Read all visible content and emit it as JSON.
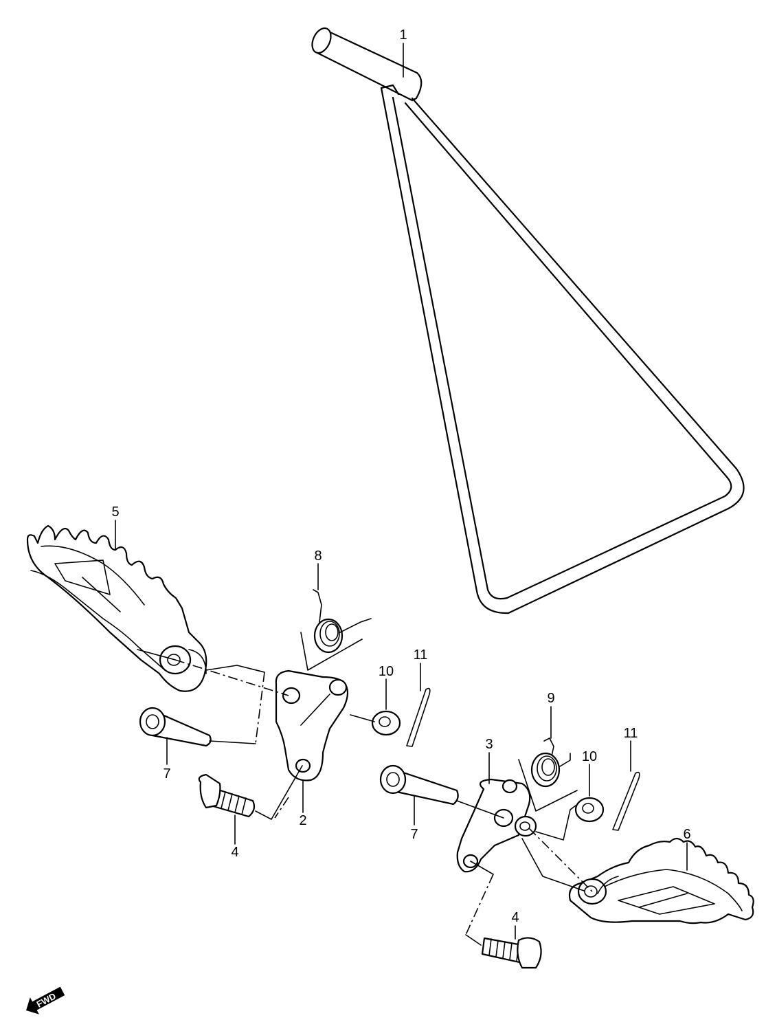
{
  "callouts": {
    "c1": "1",
    "c2": "2",
    "c3": "3",
    "c4a": "4",
    "c4b": "4",
    "c5": "5",
    "c6": "6",
    "c7a": "7",
    "c7b": "7",
    "c8": "8",
    "c9": "9",
    "c10a": "10",
    "c10b": "10",
    "c11a": "11",
    "c11b": "11"
  },
  "fwd_label": "FWD"
}
